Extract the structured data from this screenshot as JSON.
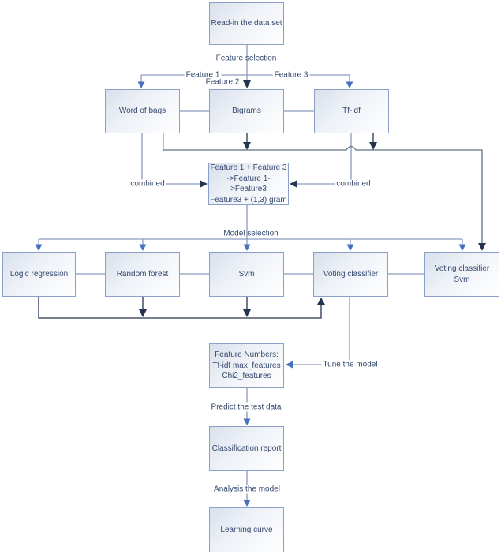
{
  "nodes": {
    "read_in": {
      "label": "Read-in the data set"
    },
    "word_of_bags": {
      "label": "Word of bags"
    },
    "bigrams": {
      "label": "Bigrams"
    },
    "tf_idf": {
      "label": "Tf-idf"
    },
    "combined_features": {
      "label": "Feature 1 + Feature 3\n->Feature 1->Feature3\nFeature3 + (1,3) gram"
    },
    "logic_regression": {
      "label": "Logic regression"
    },
    "random_forest": {
      "label": "Random forest"
    },
    "svm": {
      "label": "Svm"
    },
    "voting_classifier": {
      "label": "Voting classifier"
    },
    "voting_classifier_svm": {
      "label": "Voting classifier Svm"
    },
    "feature_numbers": {
      "label": "Feature Numbers:\nTf-idf max_features\nChi2_features"
    },
    "classification_report": {
      "label": "Classification report"
    },
    "learning_curve": {
      "label": "Learning curve"
    }
  },
  "edge_labels": {
    "feature_selection": "Feature selection",
    "feature_1": "Feature 1",
    "feature_2": "Feature 2",
    "feature_3": "Feature 3",
    "combined_left": "combined",
    "combined_right": "combined",
    "model_selection": "Model selection",
    "tune_the_model": "Tune the model",
    "predict_test": "Predict the test data",
    "analysis_model": "Analysis the model"
  },
  "colors": {
    "text": "#35496e",
    "box_border": "#8aa0c8",
    "line_light": "#8a9bbd",
    "line_slate": "#5f7089",
    "arrow_blue": "#4470bd",
    "arrow_dark": "#24344f"
  }
}
